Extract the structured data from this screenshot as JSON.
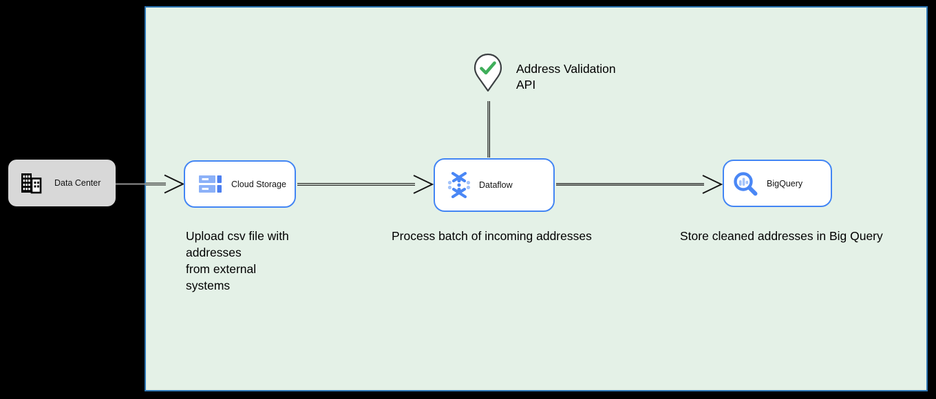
{
  "colors": {
    "canvas_background": "#000000",
    "boundary_fill": "#e4f1e7",
    "boundary_border": "#2d76b5",
    "service_border_blue": "#4285f4",
    "service_fill": "#ffffff",
    "datacenter_fill": "#d8d8d8",
    "icon_blue": "#4a87f5",
    "icon_light_blue": "#a3c3fa",
    "check_green": "#3fae5a",
    "arrow_black": "#161616",
    "arrow_gray": "#909090"
  },
  "nodes": {
    "data_center": {
      "label": "Data Center",
      "icon": "building-icon"
    },
    "cloud_storage": {
      "label": "Cloud Storage",
      "icon": "cloud-storage-icon"
    },
    "dataflow": {
      "label": "Dataflow",
      "icon": "dataflow-icon"
    },
    "bigquery": {
      "label": "BigQuery",
      "icon": "bigquery-icon"
    }
  },
  "annotations": {
    "address_validation": "Address Validation\nAPI",
    "upload_note": "Upload csv file with\naddresses\nfrom external\nsystems",
    "process_note": "Process batch of incoming addresses",
    "store_note": "Store cleaned addresses in Big Query"
  }
}
